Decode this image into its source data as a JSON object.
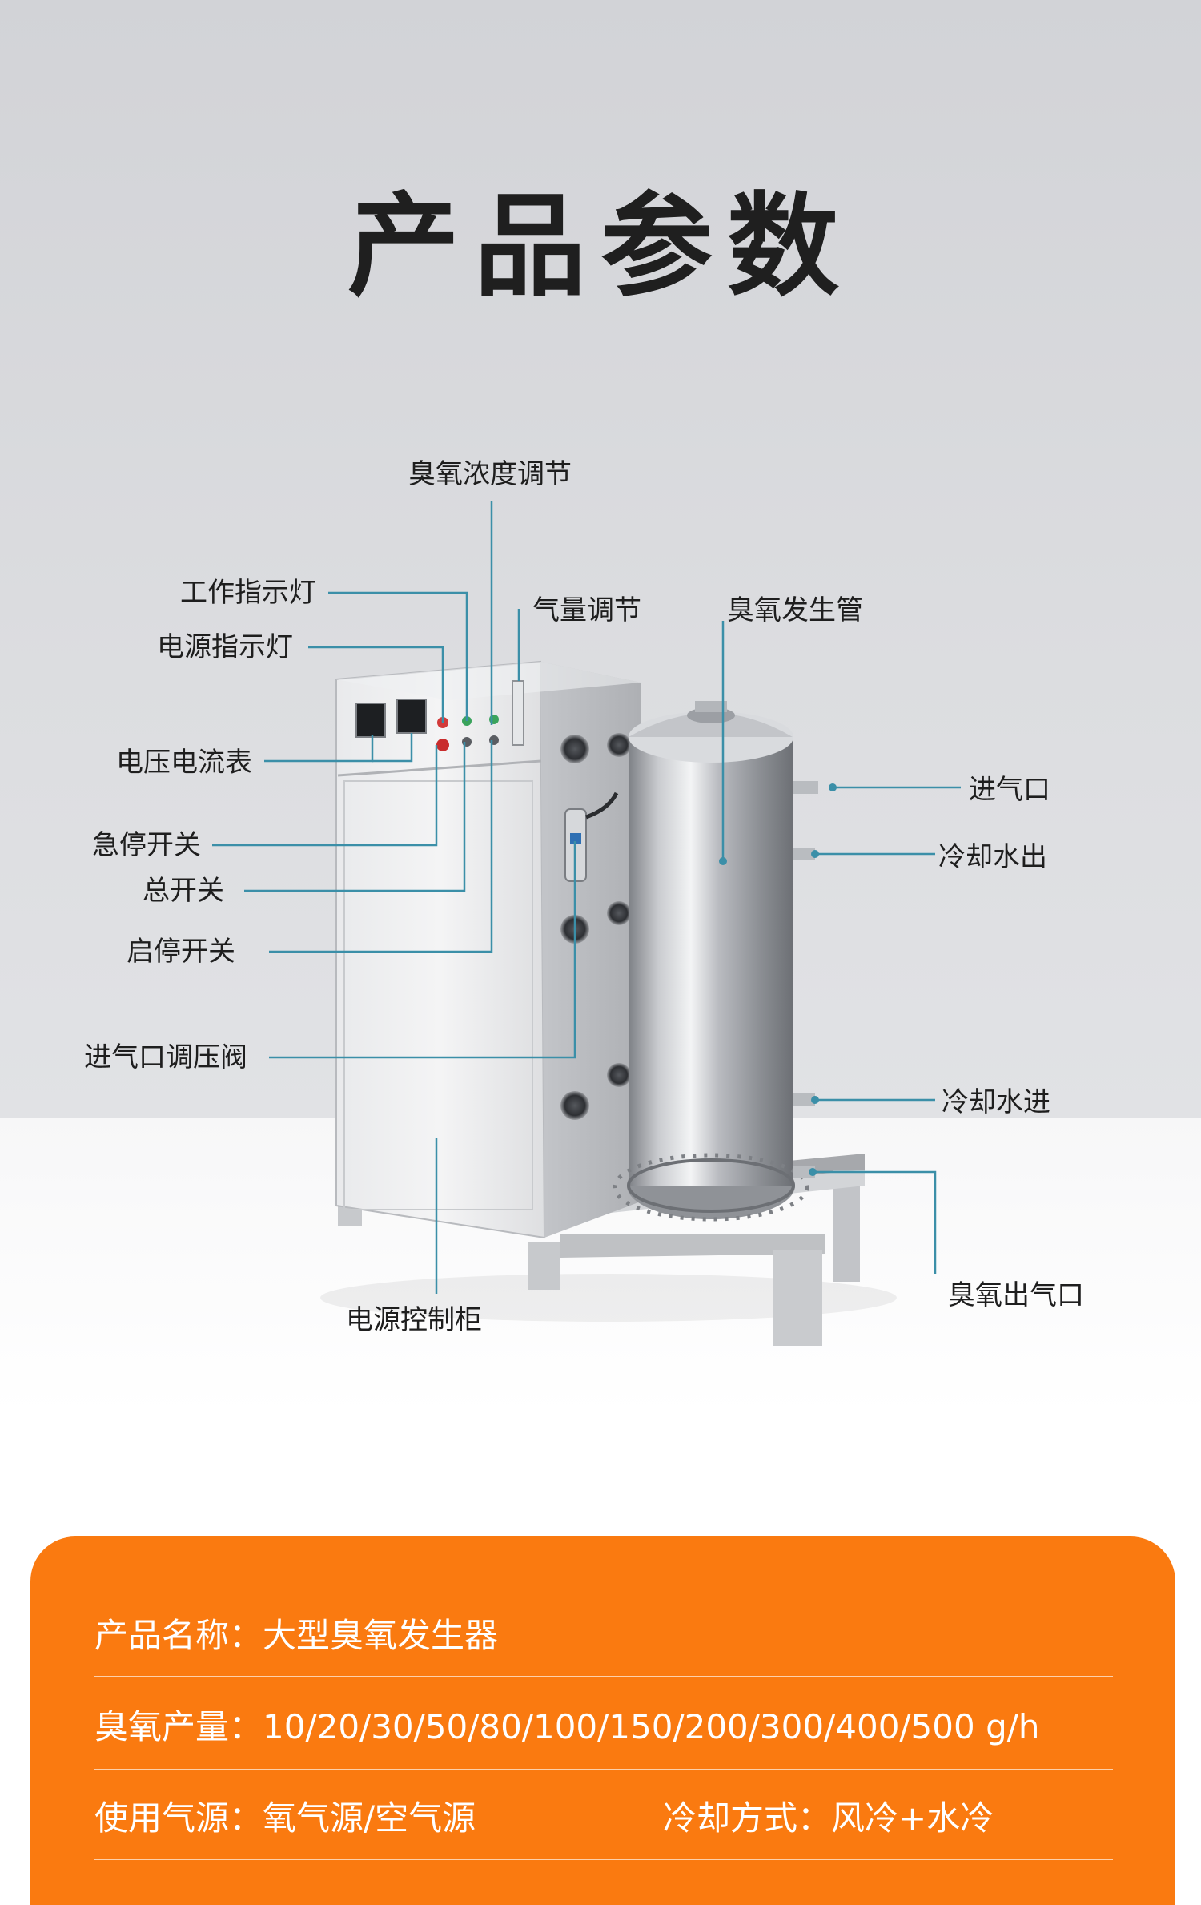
{
  "header": {
    "title": "产品参数"
  },
  "callouts": {
    "ozone_concentration_adjust": "臭氧浓度调节",
    "work_indicator": "工作指示灯",
    "gas_flow_adjust": "气量调节",
    "ozone_tube": "臭氧发生管",
    "power_indicator": "电源指示灯",
    "volt_amp_meter": "电压电流表",
    "gas_inlet": "进气口",
    "cooling_water_out": "冷却水出",
    "emergency_stop": "急停开关",
    "main_switch": "总开关",
    "start_stop_switch": "启停开关",
    "inlet_pressure_valve": "进气口调压阀",
    "cooling_water_in": "冷却水进",
    "ozone_outlet": "臭氧出气口",
    "power_cabinet": "电源控制柜"
  },
  "specs": {
    "name_label": "产品名称：",
    "name_value": "大型臭氧发生器",
    "output_label": "臭氧产量：",
    "output_value": "10/20/30/50/80/100/150/200/300/400/500 g/h",
    "source_label": "使用气源：",
    "source_value": "氧气源/空气源",
    "cooling_label": "冷却方式：",
    "cooling_value": "风冷+水冷"
  },
  "colors": {
    "accent": "#fa7a10",
    "leader_line": "#3b8fa8",
    "background_top": "#d8d9dc"
  }
}
